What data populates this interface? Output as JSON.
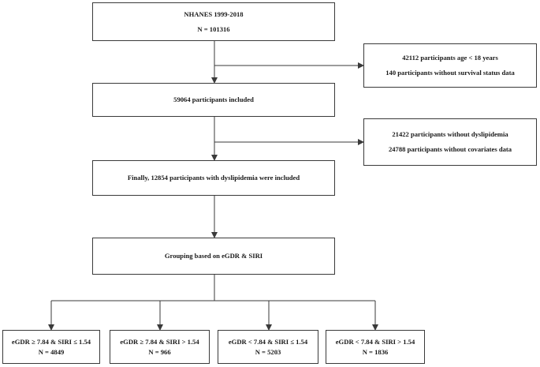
{
  "boxes": {
    "source": {
      "line1": "NHANES 1999-2018",
      "line2": "N = 101316"
    },
    "exclusion1": {
      "line1": "42112 participants age < 18 years",
      "line2": "140 participants without survival status data"
    },
    "included": {
      "line1": "59064 participants included"
    },
    "exclusion2": {
      "line1": "21422 participants without dyslipidemia",
      "line2": "24788 participants without covariates data"
    },
    "final": {
      "line1": "Finally, 12854 participants with dyslipidemia were included"
    },
    "grouping": {
      "line1": "Grouping based on eGDR & SIRI"
    },
    "groups": [
      {
        "label": "eGDR ≥ 7.84 & SIRI ≤ 1.54",
        "count": "N = 4849"
      },
      {
        "label": "eGDR ≥ 7.84 & SIRI > 1.54",
        "count": "N = 966"
      },
      {
        "label": "eGDR < 7.84 & SIRI ≤ 1.54",
        "count": "N = 5203"
      },
      {
        "label": "eGDR < 7.84 & SIRI > 1.54",
        "count": "N = 1836"
      }
    ]
  },
  "colors": {
    "line": "#3a3a3a",
    "border": "#3a3a3a",
    "background": "#ffffff"
  }
}
